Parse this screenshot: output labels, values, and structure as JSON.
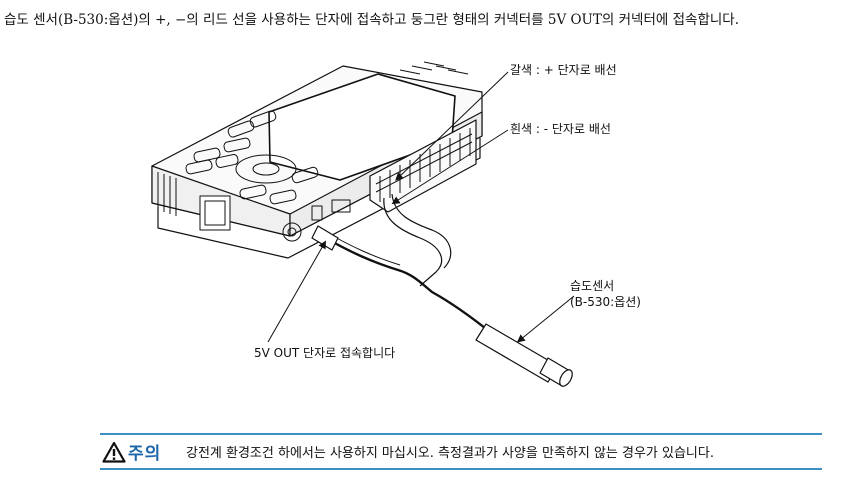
{
  "intro_text": "습도 센서(B-530:옵션)의 +, −의 리드 선을 사용하는 단자에 접속하고 둥그란 형태의 커넥터를 5V OUT의 커넥터에 접속합니다.",
  "figure": {
    "callout_plus": "갈색 : + 단자로 배선",
    "callout_minus": "흰색 : - 단자로 배선",
    "sensor_label_line1": "습도센서",
    "sensor_label_line2": "(B-530:옵션)",
    "callout_5v": "5V OUT 단자로 접속합니다"
  },
  "notice": {
    "title": "주의",
    "text": "강전계 환경조건 하에서는 사용하지 마십시오. 측정결과가 사양을 만족하지 않는 경우가 있습니다.",
    "accent_color": "#3d8fc4",
    "title_color": "#1b66a8",
    "icon": "warning-triangle-icon"
  }
}
